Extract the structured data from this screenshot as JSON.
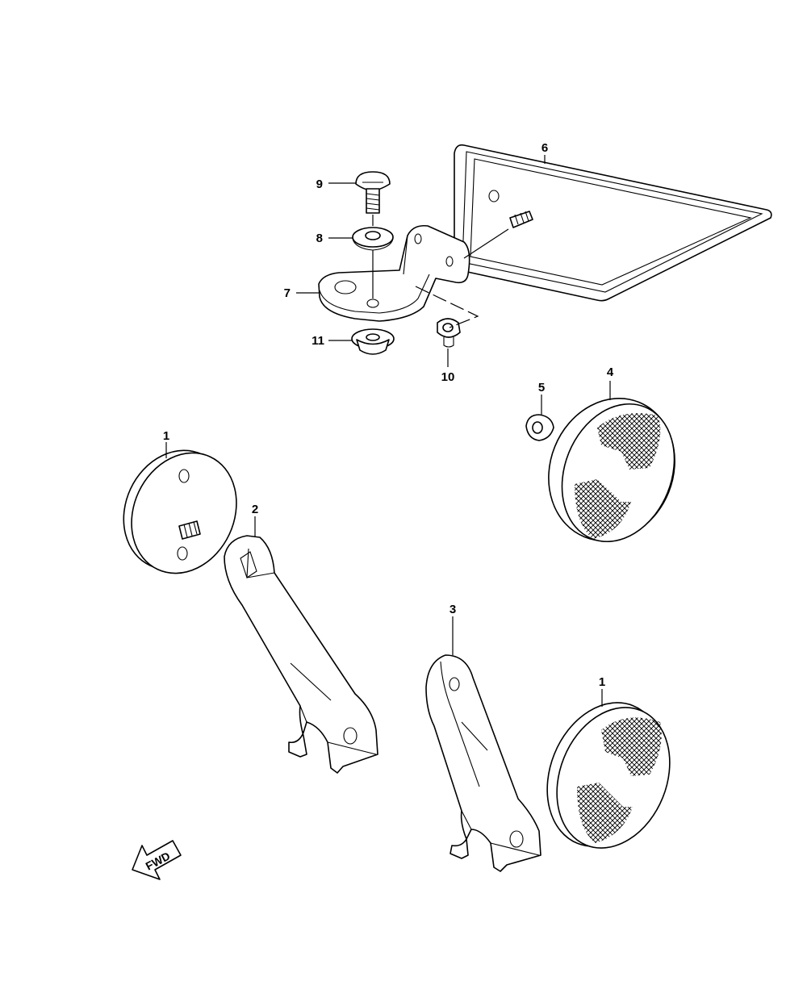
{
  "callouts": {
    "c1a": "1",
    "c1b": "1",
    "c2": "2",
    "c3": "3",
    "c4": "4",
    "c5": "5",
    "c6": "6",
    "c7": "7",
    "c8": "8",
    "c9": "9",
    "c10": "10",
    "c11": "11"
  },
  "direction_label": "FWD",
  "colors": {
    "line": "#000000",
    "background": "#ffffff"
  }
}
